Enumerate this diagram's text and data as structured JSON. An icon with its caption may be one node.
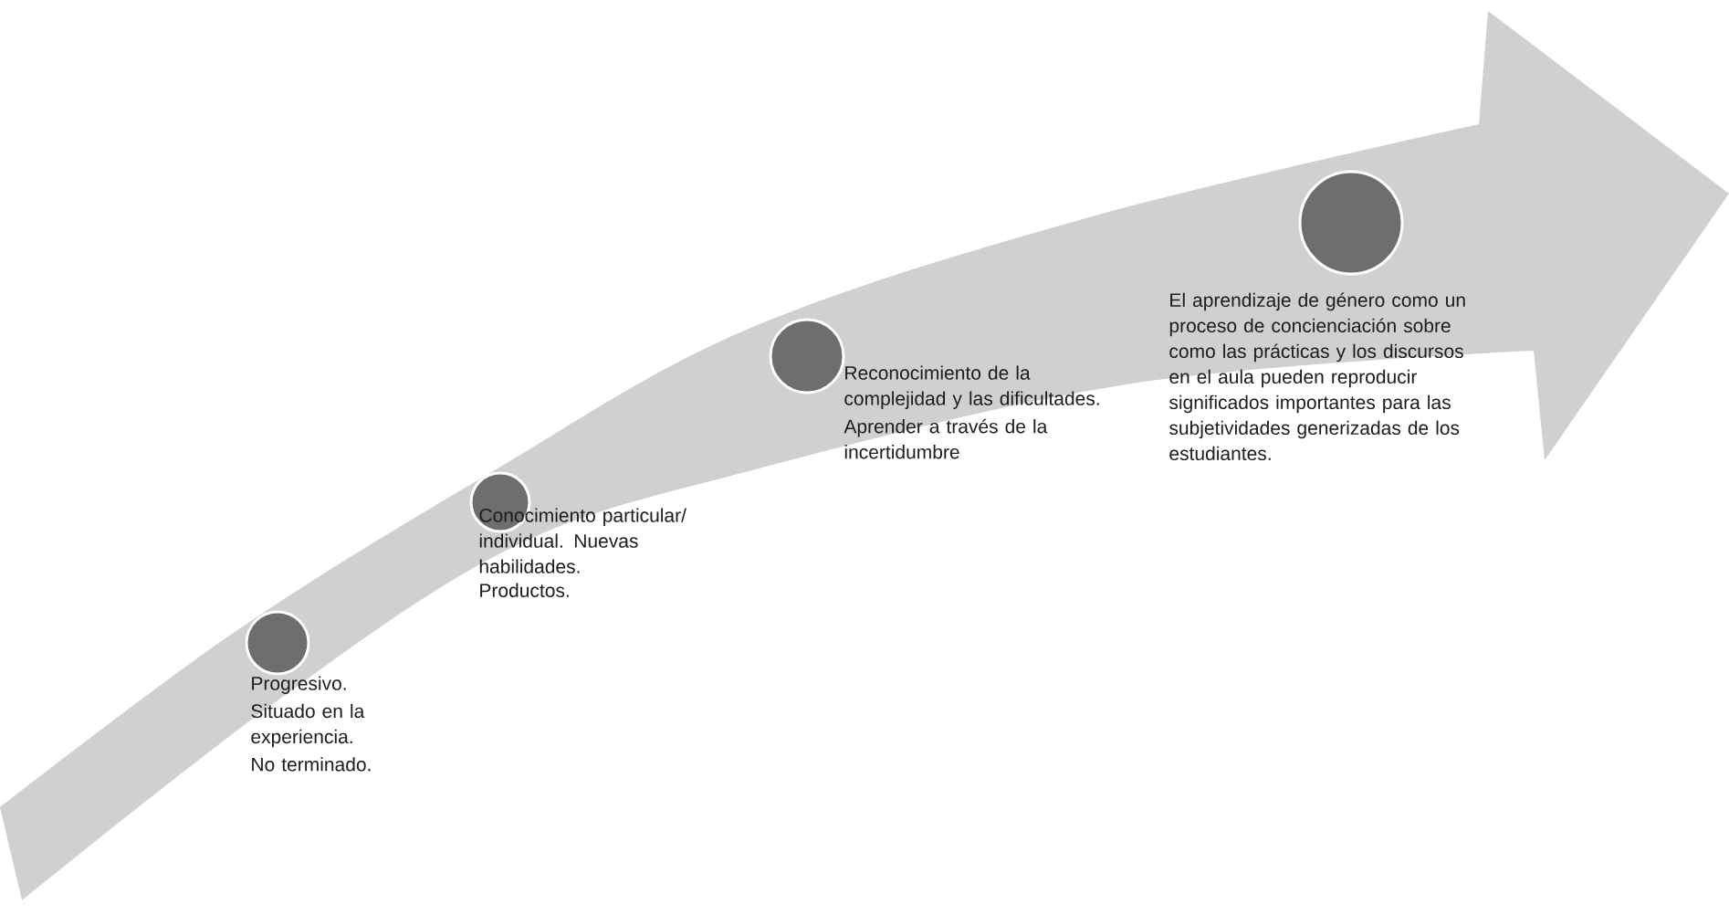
{
  "diagram": {
    "nodes": [
      {
        "text": [],
        "shape": "circle",
        "beside": [
          "Progresivo.",
          "Situado en la experiencia.",
          "No terminado."
        ]
      },
      {
        "text": [],
        "shape": "circle",
        "beside": [
          "Conocimiento particular/ individual. Nuevas habilidades.",
          "Productos."
        ]
      },
      {
        "text": [],
        "shape": "circle",
        "beside": [
          "Reconocimiento de la complejidad y las dificultades.",
          "Aprender a través de la incertidumbre"
        ]
      },
      {
        "text": [],
        "shape": "circle",
        "beside": [
          "El aprendizaje de género como un proceso de concienciación sobre como las prácticas y los discursos en el aula pueden reproducir significados importantes para las subjetividades generizadas de los estudiantes."
        ]
      }
    ]
  }
}
